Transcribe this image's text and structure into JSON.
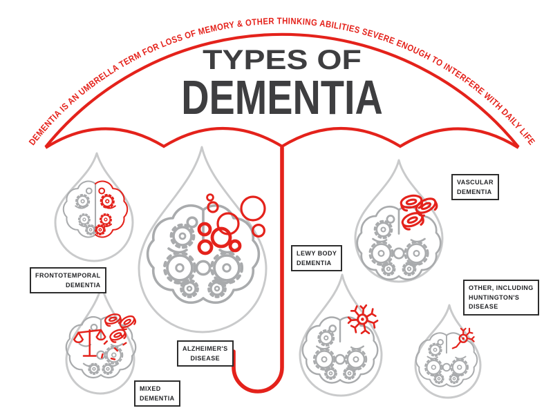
{
  "colors": {
    "red": "#e4221b",
    "dark": "#3e3e40",
    "drop_gray": "#c9cacb",
    "brain_gray": "#a9abad",
    "label_border": "#2c2c2c",
    "bg": "#ffffff"
  },
  "arc_text": "DEMENTIA IS AN UMBRELLA TERM FOR LOSS OF MEMORY & OTHER THINKING ABILITIES SEVERE ENOUGH TO INTERFERE WITH DAILY LIFE",
  "title": {
    "line1": "TYPES OF",
    "line2": "DEMENTIA"
  },
  "labels": {
    "frontotemporal": "FRONTOTEMPORAL\nDEMENTIA",
    "alzheimers": "ALZHEIMER'S\nDISEASE",
    "mixed": "MIXED\nDEMENTIA",
    "lewy": "LEWY BODY\nDEMENTIA",
    "vascular": "VASCULAR\nDEMENTIA",
    "other": "OTHER, INCLUDING\nHUNTINGTON'S\nDISEASE"
  },
  "icons": {
    "umbrella": "umbrella-outline-icon",
    "raindrop": "raindrop-icon",
    "brain": "brain-gears-icon",
    "gear": "gear-icon",
    "amyloid_plaques": "plaque-circles-icon",
    "blood_cells": "blood-cell-icon",
    "neuron": "neuron-icon",
    "balance_scale": "balance-scale-icon"
  }
}
